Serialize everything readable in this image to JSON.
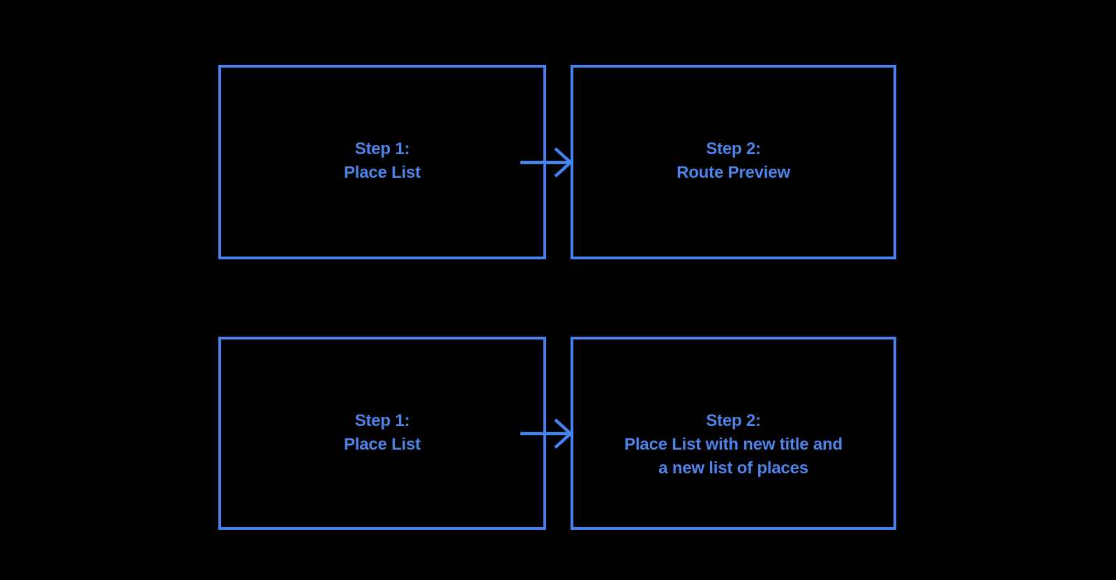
{
  "theme": {
    "background": "#000000",
    "box_border_color": "#4483F0",
    "text_color": "#4D84EA",
    "arrow_color": "#4483F0"
  },
  "diagram": {
    "rows": [
      {
        "source": {
          "step": "Step 1:",
          "detail": "Place List"
        },
        "target": {
          "step": "Step 2:",
          "detail": "Route Preview"
        }
      },
      {
        "source": {
          "step": "Step 1:",
          "detail": "Place List"
        },
        "target": {
          "step": "Step 2:",
          "detail": "Place List with new title and\na new list of places"
        }
      }
    ]
  }
}
